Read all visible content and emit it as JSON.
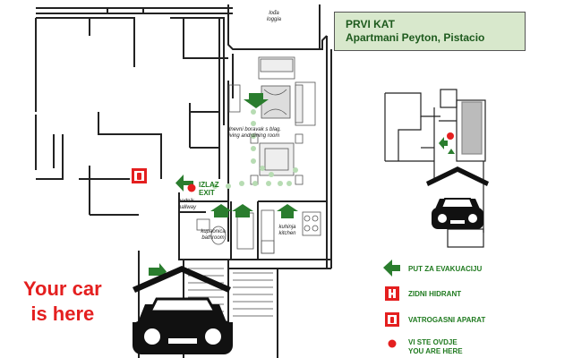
{
  "title": {
    "line1": "PRVI KAT",
    "line2": "Apartmani Peyton, Pistacio"
  },
  "rooms": {
    "loggia": {
      "line1": "lođa",
      "line2": "loggia"
    },
    "living": {
      "line1": "dnevni boravak s blag.",
      "line2": "living and dining room"
    },
    "hallway": {
      "line1": "hodnik",
      "line2": "hallway"
    },
    "bathroom": {
      "line1": "kupaonica",
      "line2": "bathroom"
    },
    "kitchen": {
      "line1": "kuhinja",
      "line2": "kitchen"
    }
  },
  "exit": {
    "line1": "IZLAZ",
    "line2": "EXIT"
  },
  "car_note": {
    "line1": "Your car",
    "line2": "is here"
  },
  "legend": [
    {
      "symbol": "green-arrow",
      "text": "PUT ZA EVAKUACIJU",
      "text2": ""
    },
    {
      "symbol": "hydrant",
      "text": "ZIDNI HIDRANT",
      "text2": ""
    },
    {
      "symbol": "extinguisher",
      "text": "VATROGASNI APARAT",
      "text2": ""
    },
    {
      "symbol": "red-dot",
      "text": "VI STE OVDJE",
      "text2": "YOU ARE HERE"
    }
  ],
  "colors": {
    "evacuation": "#2a7d2e",
    "alarm": "#e41f1f",
    "title_bg": "#d8e8cc",
    "text_green": "#1f7a1f"
  }
}
